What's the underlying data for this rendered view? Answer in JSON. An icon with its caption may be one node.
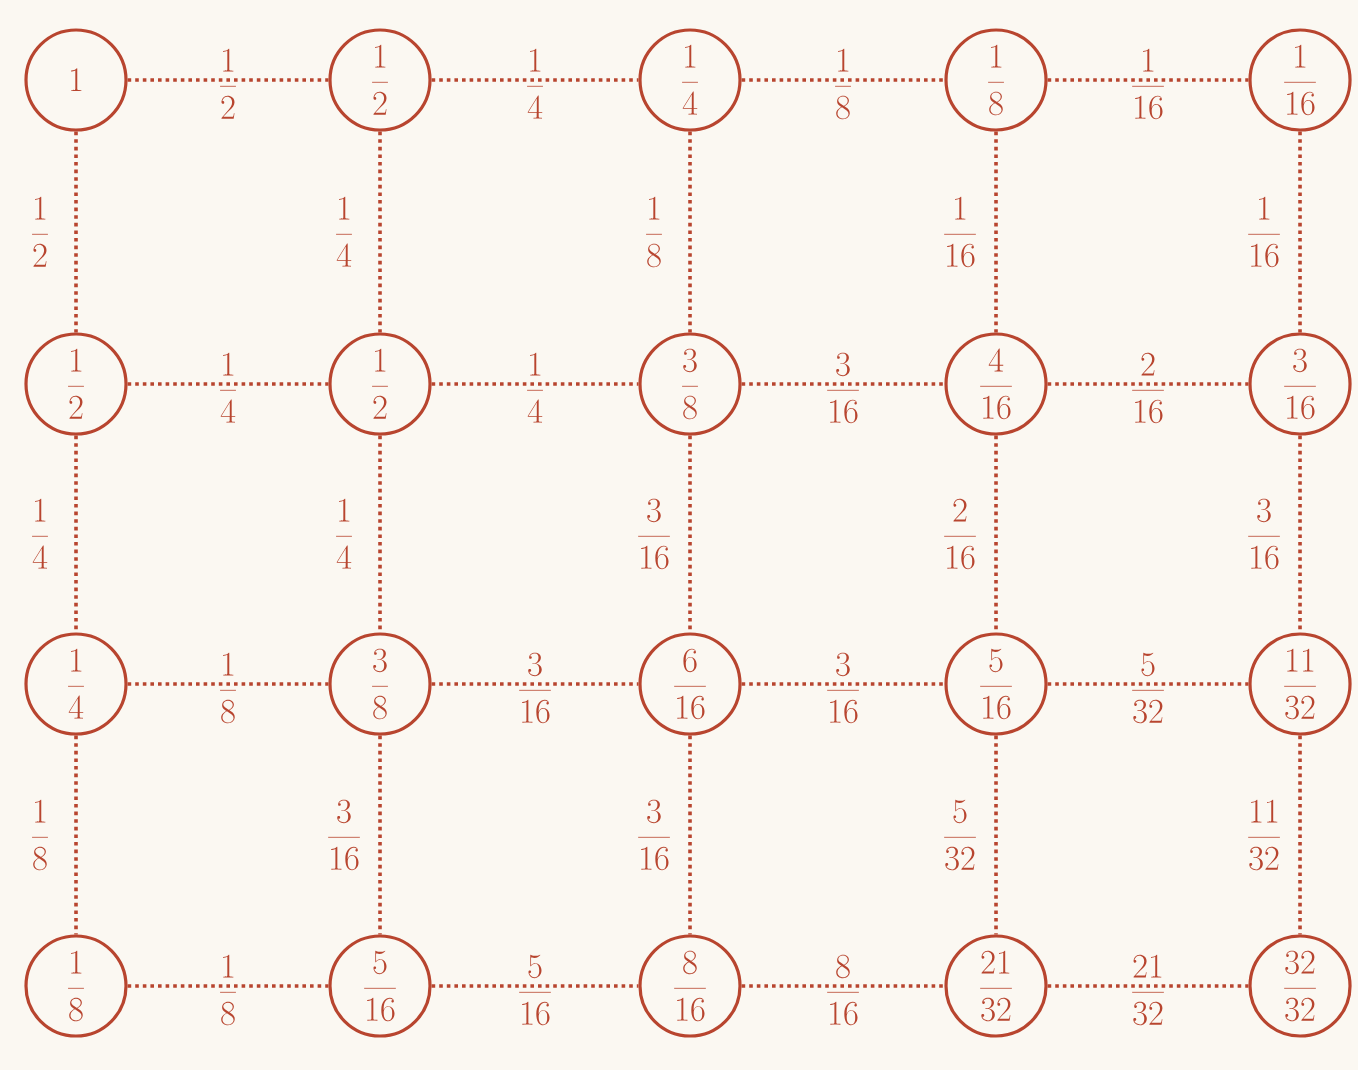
{
  "diagram": {
    "nodes": [
      {
        "text": [
          "1"
        ]
      },
      {
        "text": [
          "\\frac{1}{2}"
        ]
      },
      {
        "text": [
          "\\frac{1}{4}"
        ]
      },
      {
        "text": [
          "\\frac{1}{8}"
        ]
      },
      {
        "text": [
          "\\frac{1}{16}"
        ]
      },
      {
        "text": [
          "\\frac{1}{2}"
        ]
      },
      {
        "text": [
          "\\frac{1}{2}"
        ]
      },
      {
        "text": [
          "\\frac{3}{8}"
        ]
      },
      {
        "text": [
          "\\frac{4}{16}"
        ]
      },
      {
        "text": [
          "\\frac{3}{16}"
        ]
      },
      {
        "text": [
          "\\frac{1}{4}"
        ]
      },
      {
        "text": [
          "\\frac{3}{8}"
        ]
      },
      {
        "text": [
          "\\frac{6}{16}"
        ]
      },
      {
        "text": [
          "\\frac{5}{16}"
        ]
      },
      {
        "text": [
          "\\frac{11}{32}"
        ]
      },
      {
        "text": [
          "\\frac{1}{8}"
        ]
      },
      {
        "text": [
          "\\frac{5}{16}"
        ]
      },
      {
        "text": [
          "\\frac{8}{16}"
        ]
      },
      {
        "text": [
          "\\frac{21}{32}"
        ]
      },
      {
        "text": [
          "\\frac{32}{32}"
        ]
      }
    ],
    "edges": [
      {
        "from": 0,
        "to": 1,
        "arrow": "none",
        "label": "\\frac{1}{2}"
      },
      {
        "from": 1,
        "to": 2,
        "arrow": "none",
        "label": "\\frac{1}{4}"
      },
      {
        "from": 2,
        "to": 3,
        "arrow": "none",
        "label": "\\frac{1}{8}"
      },
      {
        "from": 3,
        "to": 4,
        "arrow": "none",
        "label": "\\frac{1}{16}"
      },
      {
        "from": 0,
        "to": 5,
        "arrow": "none",
        "label": "\\frac{1}{2}"
      },
      {
        "from": 1,
        "to": 6,
        "arrow": "none",
        "label": "\\frac{1}{4}"
      },
      {
        "from": 2,
        "to": 7,
        "arrow": "none",
        "label": "\\frac{1}{8}"
      },
      {
        "from": 3,
        "to": 8,
        "arrow": "none",
        "label": "\\frac{1}{16}"
      },
      {
        "from": 4,
        "to": 9,
        "arrow": "none",
        "label": "\\frac{1}{16}"
      },
      {
        "from": 5,
        "to": 6,
        "arrow": "none",
        "label": "\\frac{1}{4}"
      },
      {
        "from": 6,
        "to": 7,
        "arrow": "none",
        "label": "\\frac{1}{4}"
      },
      {
        "from": 7,
        "to": 8,
        "arrow": "none",
        "label": "\\frac{3}{16}"
      },
      {
        "from": 8,
        "to": 9,
        "arrow": "none",
        "label": "\\frac{2}{16}"
      },
      {
        "from": 5,
        "to": 10,
        "arrow": "none",
        "label": "\\frac{1}{4}"
      },
      {
        "from": 6,
        "to": 11,
        "arrow": "none",
        "label": "\\frac{1}{4}"
      },
      {
        "from": 7,
        "to": 12,
        "arrow": "none",
        "label": "\\frac{3}{16}"
      },
      {
        "from": 8,
        "to": 13,
        "arrow": "none",
        "label": "\\frac{2}{16}"
      },
      {
        "from": 9,
        "to": 14,
        "arrow": "none",
        "label": "\\frac{3}{16}"
      },
      {
        "from": 10,
        "to": 11,
        "arrow": "none",
        "label": "\\frac{1}{8}"
      },
      {
        "from": 11,
        "to": 12,
        "arrow": "none",
        "label": "\\frac{3}{16}"
      },
      {
        "from": 12,
        "to": 13,
        "arrow": "none",
        "label": "\\frac{3}{16}"
      },
      {
        "from": 13,
        "to": 14,
        "arrow": "none",
        "label": "\\frac{5}{32}"
      },
      {
        "from": 10,
        "to": 15,
        "arrow": "none",
        "label": "\\frac{1}{8}"
      },
      {
        "from": 11,
        "to": 16,
        "arrow": "none",
        "label": "\\frac{3}{16}"
      },
      {
        "from": 12,
        "to": 17,
        "arrow": "none",
        "label": "\\frac{3}{16}"
      },
      {
        "from": 13,
        "to": 18,
        "arrow": "none",
        "label": "\\frac{5}{32}"
      },
      {
        "from": 14,
        "to": 19,
        "arrow": "none",
        "label": "\\frac{11}{32}"
      },
      {
        "from": 15,
        "to": 16,
        "arrow": "none",
        "label": "\\frac{1}{8}"
      },
      {
        "from": 16,
        "to": 17,
        "arrow": "none",
        "label": "\\frac{5}{16}"
      },
      {
        "from": 17,
        "to": 18,
        "arrow": "none",
        "label": "\\frac{8}{16}"
      },
      {
        "from": 18,
        "to": 19,
        "arrow": "none",
        "label": "\\frac{21}{32}"
      }
    ]
  }
}
